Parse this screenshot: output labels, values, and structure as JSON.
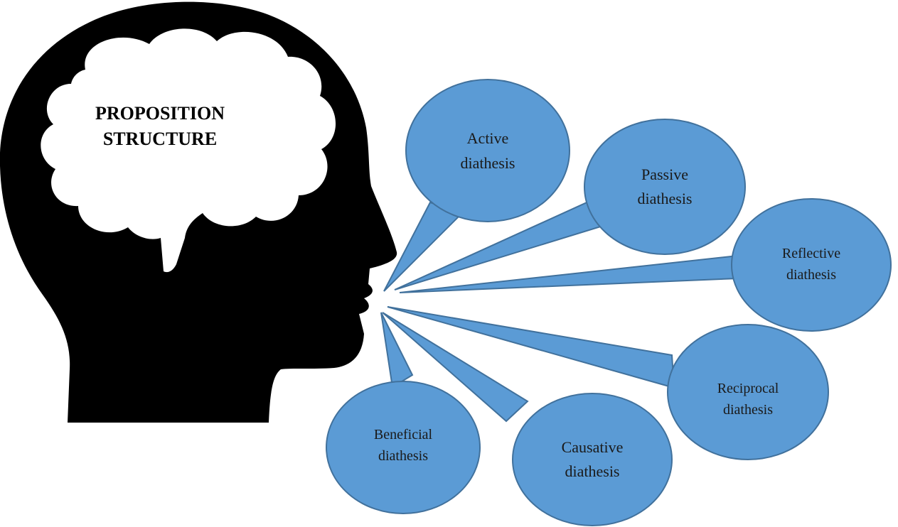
{
  "brain_label": [
    "PROPOSITION",
    "STRUCTURE"
  ],
  "bubbles": [
    {
      "id": "active",
      "lines": [
        "Active",
        "diathesis"
      ]
    },
    {
      "id": "passive",
      "lines": [
        "Passive",
        "diathesis"
      ]
    },
    {
      "id": "reflective",
      "lines": [
        "Reflective",
        "diathesis"
      ]
    },
    {
      "id": "reciprocal",
      "lines": [
        "Reciprocal",
        "diathesis"
      ]
    },
    {
      "id": "causative",
      "lines": [
        "Causative",
        "diathesis"
      ]
    },
    {
      "id": "beneficial",
      "lines": [
        "Beneficial",
        "diathesis"
      ]
    }
  ],
  "colors": {
    "bubble_fill": "#5b9bd5",
    "bubble_stroke": "#41719c",
    "head": "#000000",
    "brain": "#ffffff"
  }
}
